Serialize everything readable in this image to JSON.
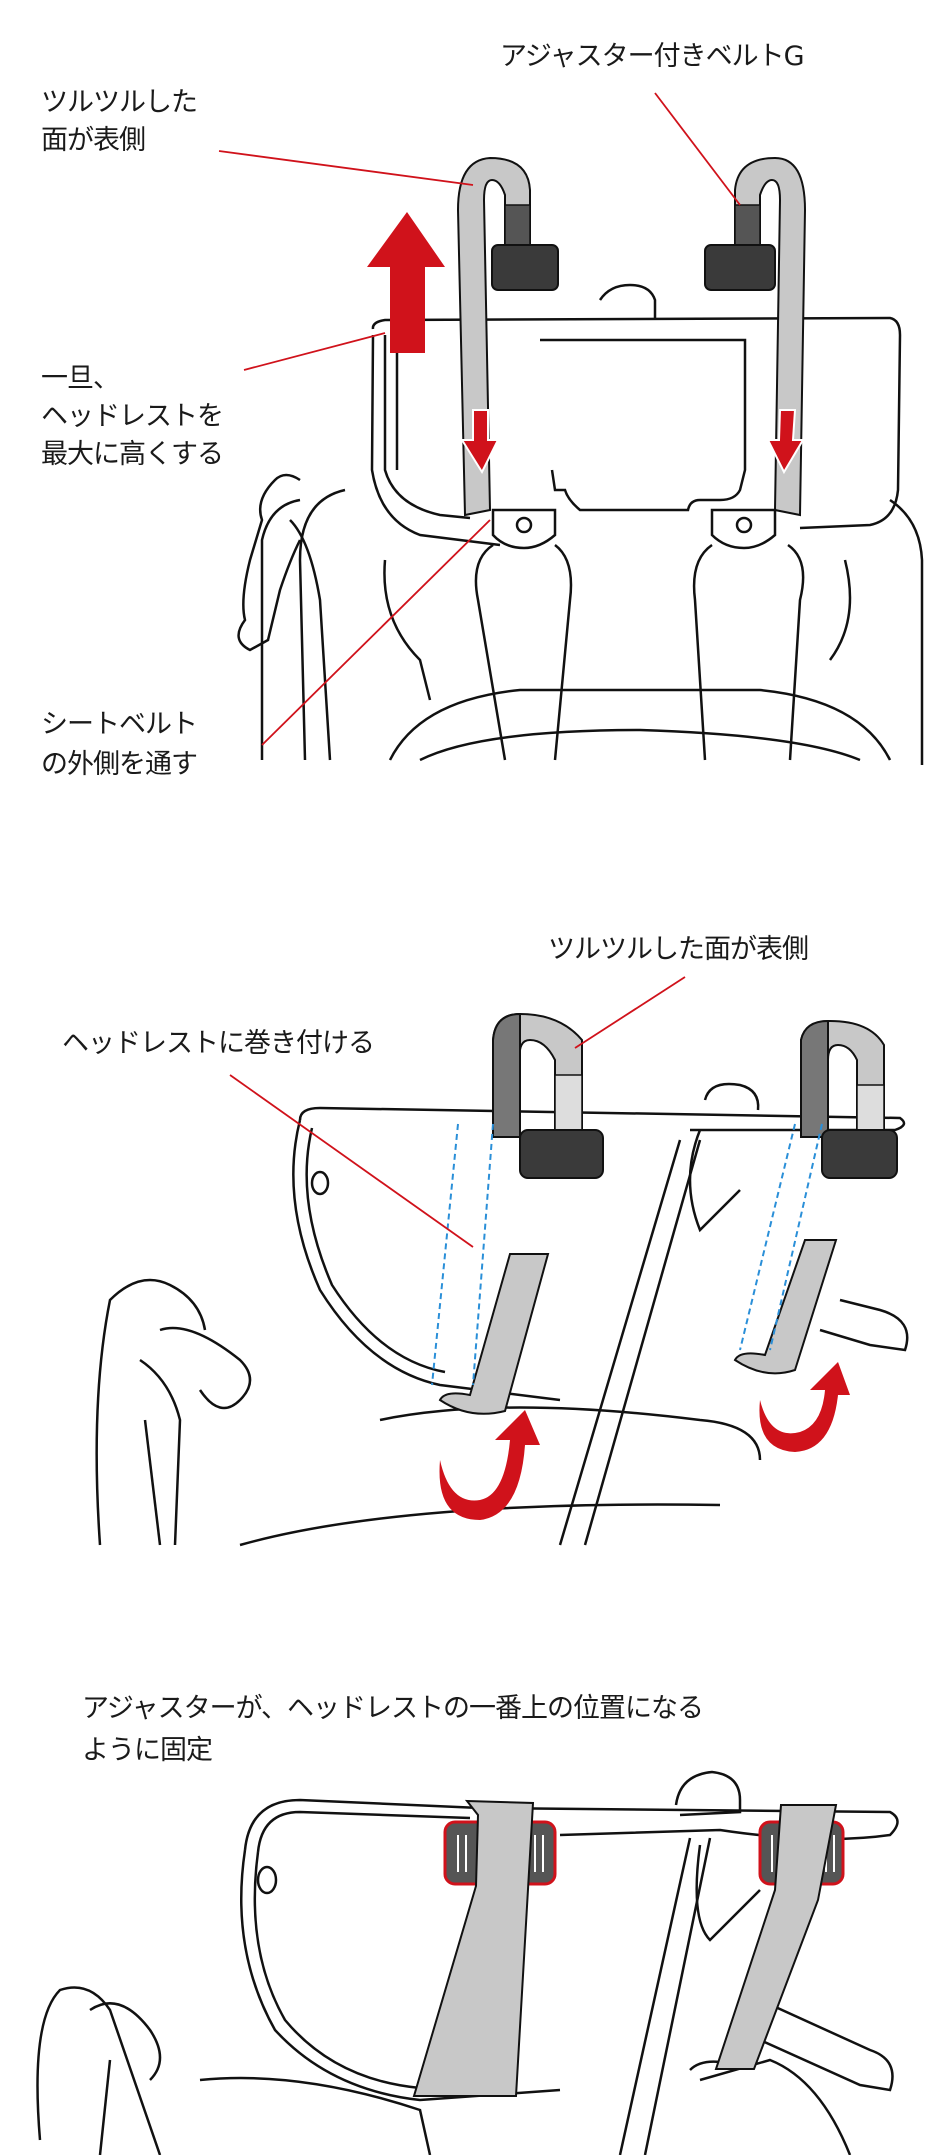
{
  "panels": [
    {
      "labels": {
        "smooth_side": [
          "ツルツルした",
          "面が表側"
        ],
        "adjuster_belt": "アジャスター付きベルトG",
        "raise_headrest": [
          "一旦、",
          "ヘッドレストを",
          "最大に高くする"
        ],
        "outside_seatbelt": [
          "シートベルト",
          "の外側を通す"
        ]
      }
    },
    {
      "labels": {
        "smooth_side": "ツルツルした面が表側",
        "wrap_headrest": "ヘッドレストに巻き付ける"
      }
    },
    {
      "labels": {
        "fix_position": [
          "アジャスターが、ヘッドレストの一番上の位置になる",
          "ように固定"
        ]
      }
    }
  ],
  "colors": {
    "accent_red": "#d0121b",
    "strap_gray": "#c8c8c8",
    "adjuster_dark": "#3a3a3a",
    "guide_blue": "#2a8fd8"
  }
}
